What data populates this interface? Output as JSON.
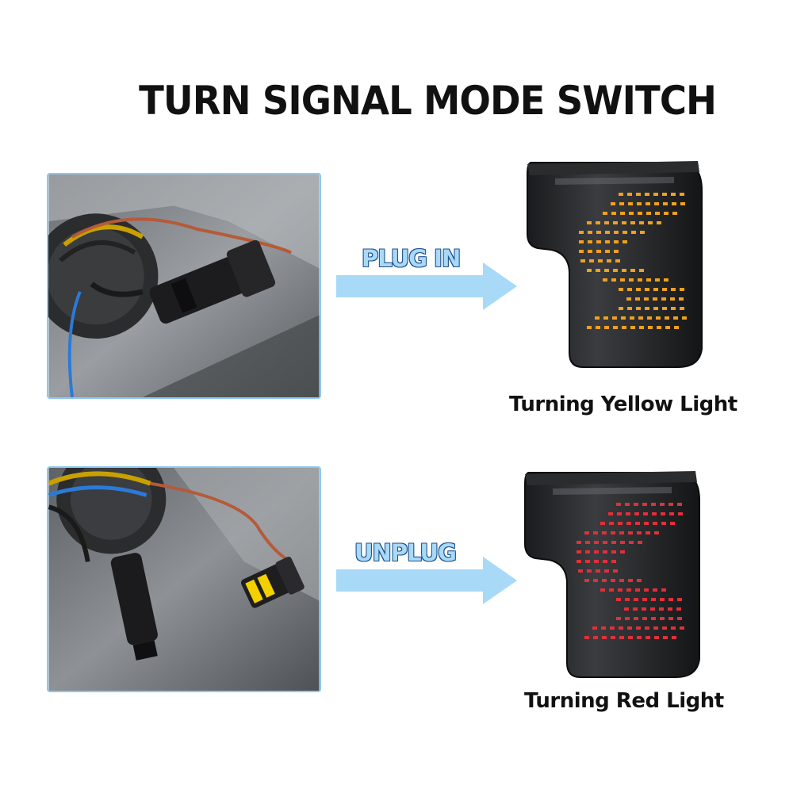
{
  "title": "TURN SIGNAL MODE SWITCH",
  "rows": [
    {
      "action": "PLUG IN",
      "result": "Turning Yellow Light",
      "led_color": "#f0a020"
    },
    {
      "action": "UNPLUG",
      "result": "Turning  Red Light",
      "led_color": "#e0303a"
    }
  ],
  "colors": {
    "arrow": "#a8daf7",
    "frame": "#8ec8ee",
    "label_outline": "#1f4f8a"
  }
}
